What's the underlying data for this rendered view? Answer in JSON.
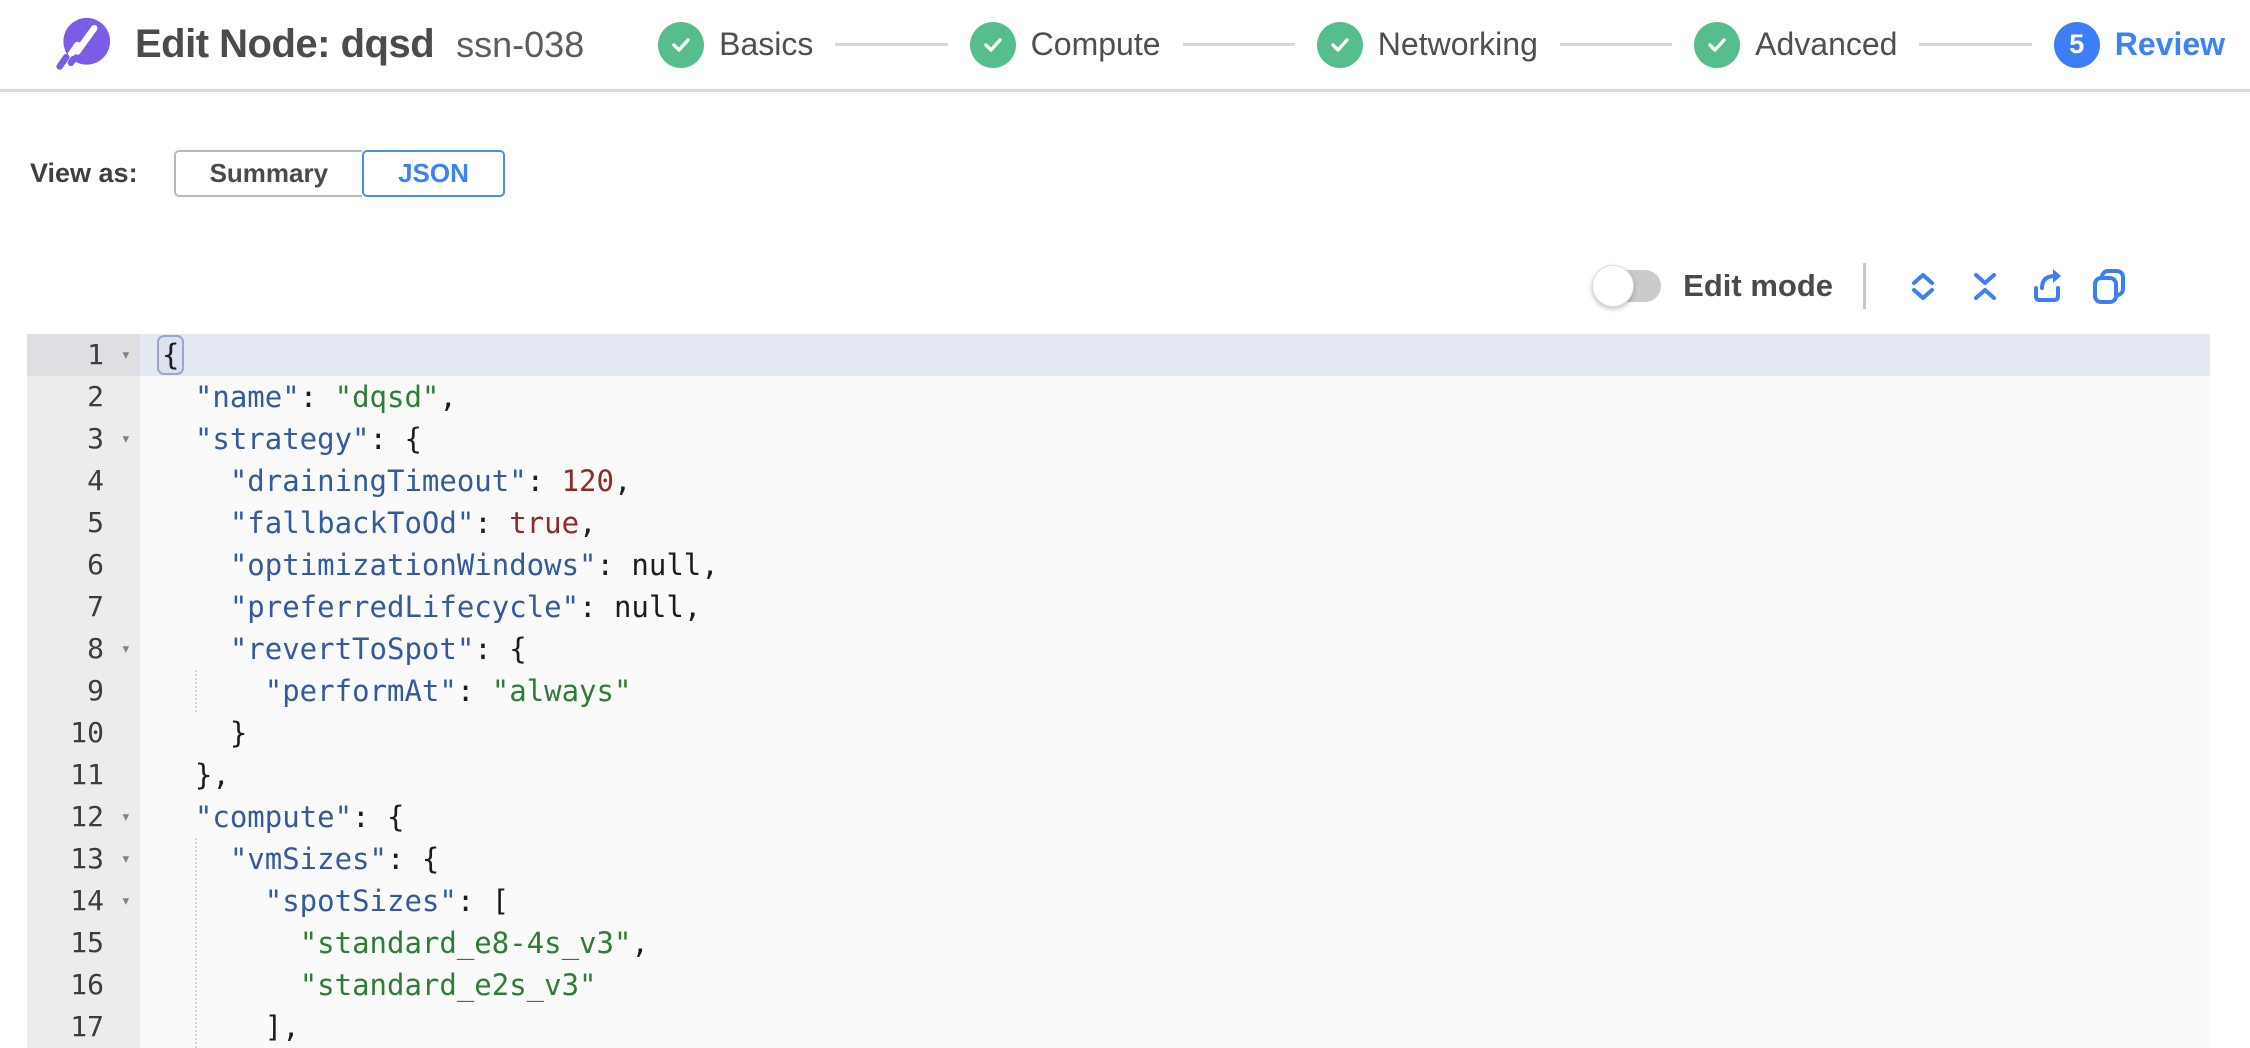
{
  "header": {
    "title": "Edit Node: dqsd",
    "subtitle": "ssn-038",
    "steps": [
      {
        "label": "Basics",
        "state": "done"
      },
      {
        "label": "Compute",
        "state": "done"
      },
      {
        "label": "Networking",
        "state": "done"
      },
      {
        "label": "Advanced",
        "state": "done"
      },
      {
        "label": "Review",
        "state": "current",
        "number": "5"
      }
    ]
  },
  "view_as": {
    "label": "View as:",
    "options": [
      {
        "label": "Summary",
        "selected": false
      },
      {
        "label": "JSON",
        "selected": true
      }
    ]
  },
  "toolbar": {
    "edit_mode_label": "Edit mode",
    "edit_mode_on": false,
    "icons": [
      "expand-all-icon",
      "collapse-all-icon",
      "export-icon",
      "copy-icon"
    ]
  },
  "colors": {
    "brand_purple": "#7b5ce6",
    "success_green": "#56bd8d",
    "accent_blue": "#3d7ef5",
    "key_blue": "#35599e",
    "string_green": "#2f7c38",
    "number_red": "#8e2a28"
  },
  "editor": {
    "active_line": 1,
    "lines": [
      {
        "num": 1,
        "fold": true,
        "active": true,
        "tokens": [
          {
            "t": "{",
            "c": "punc",
            "match": true
          }
        ]
      },
      {
        "num": 2,
        "tokens": [
          {
            "t": "  ",
            "c": "ws"
          },
          {
            "t": "\"name\"",
            "c": "key"
          },
          {
            "t": ": ",
            "c": "punc"
          },
          {
            "t": "\"dqsd\"",
            "c": "str"
          },
          {
            "t": ",",
            "c": "punc"
          }
        ]
      },
      {
        "num": 3,
        "fold": true,
        "tokens": [
          {
            "t": "  ",
            "c": "ws"
          },
          {
            "t": "\"strategy\"",
            "c": "key"
          },
          {
            "t": ": {",
            "c": "punc"
          }
        ]
      },
      {
        "num": 4,
        "tokens": [
          {
            "t": "    ",
            "c": "ws"
          },
          {
            "t": "\"drainingTimeout\"",
            "c": "key"
          },
          {
            "t": ": ",
            "c": "punc"
          },
          {
            "t": "120",
            "c": "num"
          },
          {
            "t": ",",
            "c": "punc"
          }
        ]
      },
      {
        "num": 5,
        "tokens": [
          {
            "t": "    ",
            "c": "ws"
          },
          {
            "t": "\"fallbackToOd\"",
            "c": "key"
          },
          {
            "t": ": ",
            "c": "punc"
          },
          {
            "t": "true",
            "c": "bool"
          },
          {
            "t": ",",
            "c": "punc"
          }
        ]
      },
      {
        "num": 6,
        "tokens": [
          {
            "t": "    ",
            "c": "ws"
          },
          {
            "t": "\"optimizationWindows\"",
            "c": "key"
          },
          {
            "t": ": ",
            "c": "punc"
          },
          {
            "t": "null",
            "c": "null"
          },
          {
            "t": ",",
            "c": "punc"
          }
        ]
      },
      {
        "num": 7,
        "tokens": [
          {
            "t": "    ",
            "c": "ws"
          },
          {
            "t": "\"preferredLifecycle\"",
            "c": "key"
          },
          {
            "t": ": ",
            "c": "punc"
          },
          {
            "t": "null",
            "c": "null"
          },
          {
            "t": ",",
            "c": "punc"
          }
        ]
      },
      {
        "num": 8,
        "fold": true,
        "tokens": [
          {
            "t": "    ",
            "c": "ws"
          },
          {
            "t": "\"revertToSpot\"",
            "c": "key"
          },
          {
            "t": ": {",
            "c": "punc"
          }
        ]
      },
      {
        "num": 9,
        "tokens": [
          {
            "t": "      ",
            "c": "ws"
          },
          {
            "t": "\"performAt\"",
            "c": "key"
          },
          {
            "t": ": ",
            "c": "punc"
          },
          {
            "t": "\"always\"",
            "c": "str"
          }
        ]
      },
      {
        "num": 10,
        "tokens": [
          {
            "t": "    }",
            "c": "punc"
          }
        ]
      },
      {
        "num": 11,
        "tokens": [
          {
            "t": "  },",
            "c": "punc"
          }
        ]
      },
      {
        "num": 12,
        "fold": true,
        "tokens": [
          {
            "t": "  ",
            "c": "ws"
          },
          {
            "t": "\"compute\"",
            "c": "key"
          },
          {
            "t": ": {",
            "c": "punc"
          }
        ]
      },
      {
        "num": 13,
        "fold": true,
        "tokens": [
          {
            "t": "    ",
            "c": "ws"
          },
          {
            "t": "\"vmSizes\"",
            "c": "key"
          },
          {
            "t": ": {",
            "c": "punc"
          }
        ]
      },
      {
        "num": 14,
        "fold": true,
        "tokens": [
          {
            "t": "      ",
            "c": "ws"
          },
          {
            "t": "\"spotSizes\"",
            "c": "key"
          },
          {
            "t": ": [",
            "c": "punc"
          }
        ]
      },
      {
        "num": 15,
        "tokens": [
          {
            "t": "        ",
            "c": "ws"
          },
          {
            "t": "\"standard_e8-4s_v3\"",
            "c": "str"
          },
          {
            "t": ",",
            "c": "punc"
          }
        ]
      },
      {
        "num": 16,
        "tokens": [
          {
            "t": "        ",
            "c": "ws"
          },
          {
            "t": "\"standard_e2s_v3\"",
            "c": "str"
          }
        ]
      },
      {
        "num": 17,
        "tokens": [
          {
            "t": "      ],",
            "c": "punc"
          }
        ]
      }
    ]
  }
}
